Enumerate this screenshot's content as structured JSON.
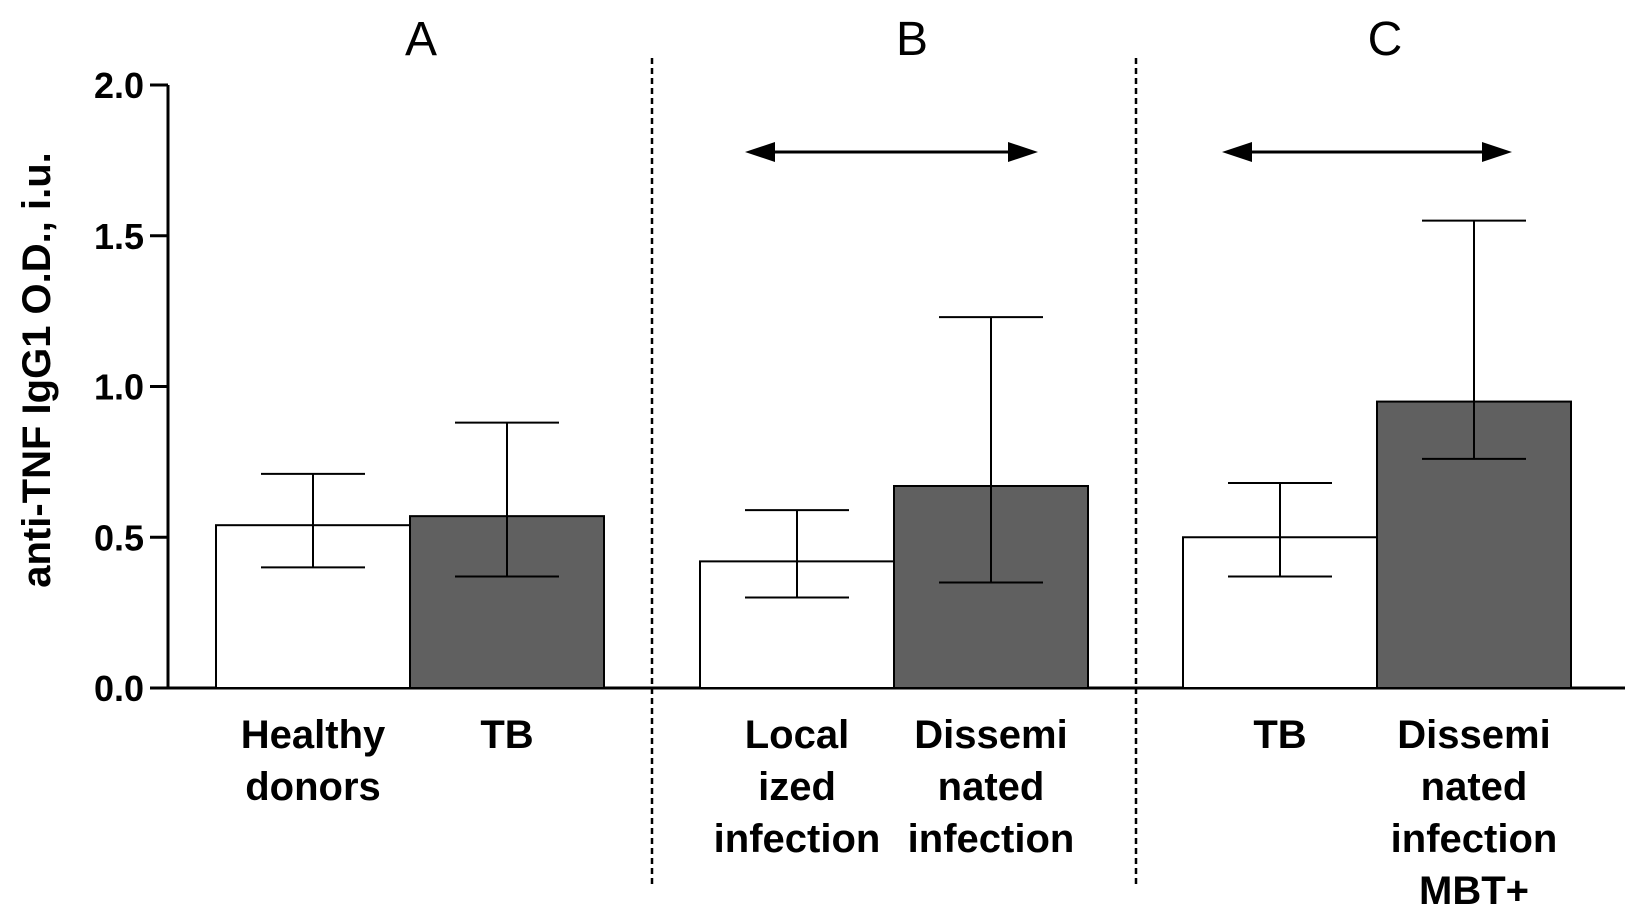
{
  "chart_data": {
    "type": "bar",
    "ylabel": "anti-TNF IgG1 O.D., i.u.",
    "ylim": [
      0,
      2.0
    ],
    "yticks": [
      "0.0",
      "0.5",
      "1.0",
      "1.5",
      "2.0"
    ],
    "grid": false,
    "panels": [
      {
        "label": "A",
        "bars": [
          {
            "category": [
              "Healthy",
              "donors"
            ],
            "value": 0.54,
            "err_low": 0.4,
            "err_high": 0.71,
            "color": "#ffffff"
          },
          {
            "category": [
              "TB"
            ],
            "value": 0.57,
            "err_low": 0.37,
            "err_high": 0.88,
            "color": "#606060"
          }
        ],
        "arrow": false
      },
      {
        "label": "B",
        "bars": [
          {
            "category": [
              "Local",
              "ized",
              "infection"
            ],
            "value": 0.42,
            "err_low": 0.3,
            "err_high": 0.59,
            "color": "#ffffff"
          },
          {
            "category": [
              "Dissemi",
              "nated",
              "infection"
            ],
            "value": 0.67,
            "err_low": 0.35,
            "err_high": 1.23,
            "color": "#606060"
          }
        ],
        "arrow": true
      },
      {
        "label": "C",
        "bars": [
          {
            "category": [
              "TB"
            ],
            "value": 0.5,
            "err_low": 0.37,
            "err_high": 0.68,
            "color": "#ffffff"
          },
          {
            "category": [
              "Dissemi",
              "nated",
              "infection",
              "MBT+"
            ],
            "value": 0.95,
            "err_low": 0.76,
            "err_high": 1.55,
            "color": "#606060"
          }
        ],
        "arrow": true
      }
    ]
  }
}
